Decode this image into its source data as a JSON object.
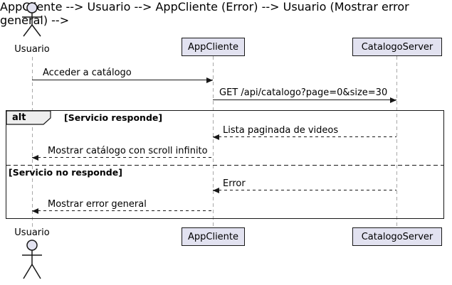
{
  "participants": {
    "usuario": "Usuario",
    "appcliente": "AppCliente",
    "catalogoserver": "CatalogoServer"
  },
  "fragment": {
    "operator": "alt",
    "guard1": "[Servicio responde]",
    "guard2": "[Servicio no responde]"
  },
  "messages": [
    {
      "from": "Usuario",
      "to": "AppCliente",
      "style": "solid",
      "label": "Acceder a catálogo"
    },
    {
      "from": "AppCliente",
      "to": "CatalogoServer",
      "style": "solid",
      "label": "GET /api/catalogo?page=0&size=30"
    },
    {
      "from": "CatalogoServer",
      "to": "AppCliente",
      "style": "dashed",
      "label": "Lista paginada de videos"
    },
    {
      "from": "AppCliente",
      "to": "Usuario",
      "style": "dashed",
      "label": "Mostrar catálogo con scroll infinito"
    },
    {
      "from": "CatalogoServer",
      "to": "AppCliente",
      "style": "dashed",
      "label": "Error"
    },
    {
      "from": "AppCliente",
      "to": "Usuario",
      "style": "dashed",
      "label": "Mostrar error general"
    }
  ],
  "icons": {
    "actor": "stick-figure-actor-icon"
  },
  "colors": {
    "participant_fill": "#E2E2F0",
    "border": "#181818",
    "lifeline": "#A8A8A8",
    "fragment_header_fill": "#EEEEEE",
    "background": "#FFFFFF"
  }
}
